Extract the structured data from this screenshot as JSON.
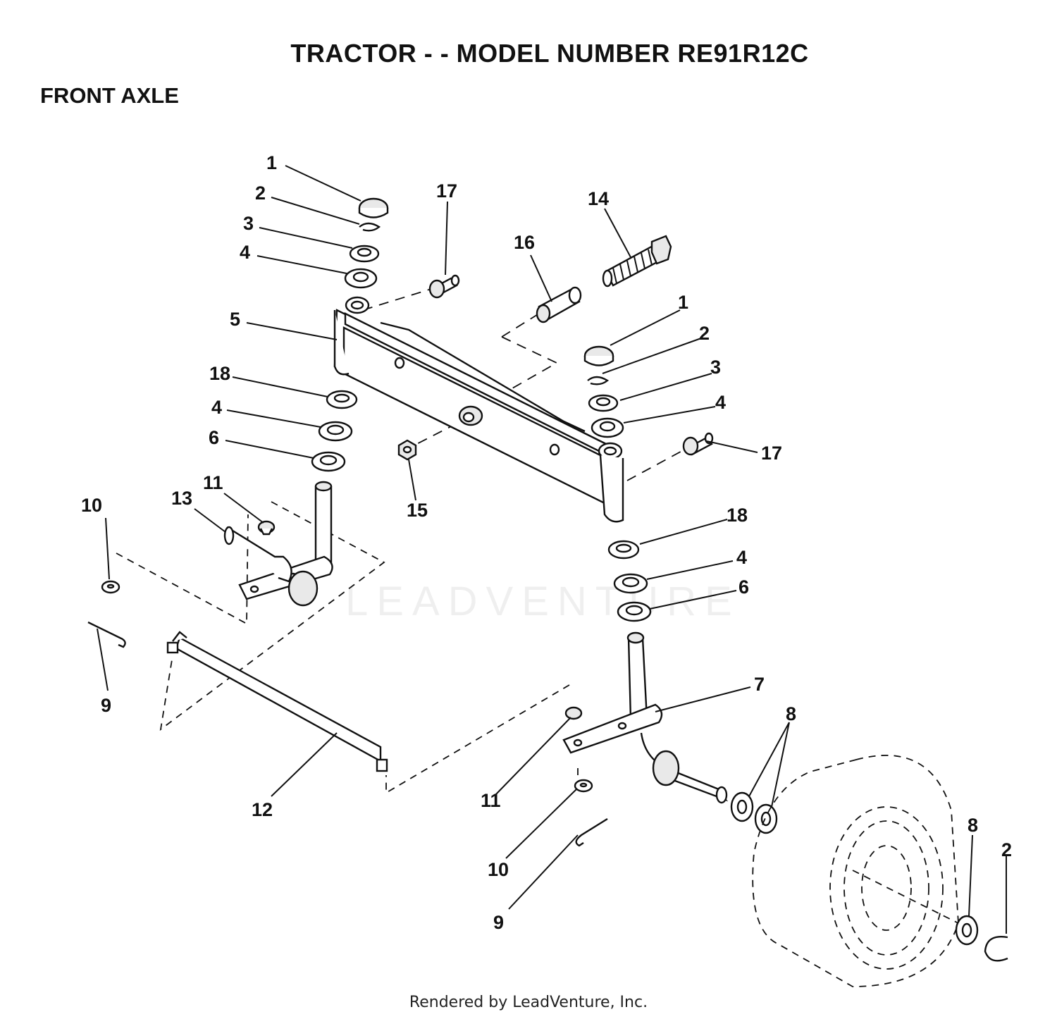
{
  "header": {
    "title": "TRACTOR - - MODEL NUMBER RE91R12C",
    "section": "FRONT AXLE"
  },
  "footer": {
    "credit": "Rendered by LeadVenture, Inc."
  },
  "watermark": {
    "text": "LEADVENTURE"
  },
  "callouts": {
    "c1a": "1",
    "c2a": "2",
    "c3a": "3",
    "c4a": "4",
    "c5": "5",
    "c18a": "18",
    "c4b": "4",
    "c6a": "6",
    "c11a": "11",
    "c13": "13",
    "c10a": "10",
    "c9a": "9",
    "c12": "12",
    "c17a": "17",
    "c16": "16",
    "c14": "14",
    "c15": "15",
    "c1b": "1",
    "c2b": "2",
    "c3b": "3",
    "c4c": "4",
    "c17b": "17",
    "c18b": "18",
    "c4d": "4",
    "c6b": "6",
    "c7": "7",
    "c8a": "8",
    "c11b": "11",
    "c10b": "10",
    "c9b": "9",
    "c8b": "8",
    "c2c": "2"
  }
}
